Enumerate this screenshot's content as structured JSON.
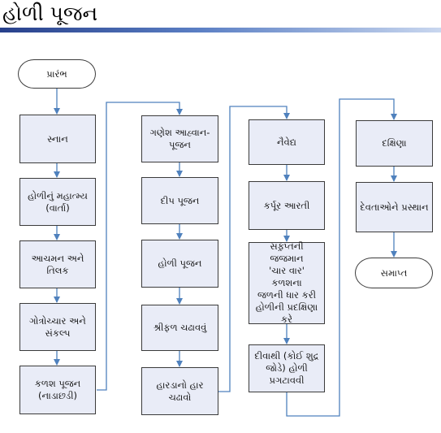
{
  "title": "હોળી પૂજન",
  "flow": {
    "column1": [
      "પ્રારંભ",
      "સ્નાન",
      "હોળીનું મહાત્મ્ય\n(વાર્તા)",
      "આચમન અને\nતિલક",
      "ગોત્રોચ્ચાર અને\nસંકલ્પ",
      "કળશ પૂજન\n(નાડાછડી)"
    ],
    "column2": [
      "ગણેશ આહ્વાન-\nપૂજન",
      "દીપ પૂજન",
      "હોળી પૂજન",
      "શ્રીફળ ચઢાવવું",
      "હારડાનો હાર\nચઢાવો"
    ],
    "column3": [
      "નૈવેદ્ય",
      "કર્પૂર આરતી",
      "સફ઼્પ્તની જજમાન\n'ચાર વાર' કળશના\nજળની ધાર કરી\nહોળીની પ્રદક્ષિણા\nકરે",
      "દીવાથી (કોઈ શુદ્ર\nજોડે) હોળી\nપ્રગટાવવી"
    ],
    "column4": [
      "દક્ષિણા",
      "દેવતાઓને પ્રસ્થાન",
      "સમાપ્ત"
    ]
  },
  "colors": {
    "box_fill": "#e9ecf7",
    "box_border": "#3b3b3b",
    "connector": "#4f81bd",
    "title_bar_dark": "#27408b",
    "title_bar_light": "#c9d7ef"
  }
}
